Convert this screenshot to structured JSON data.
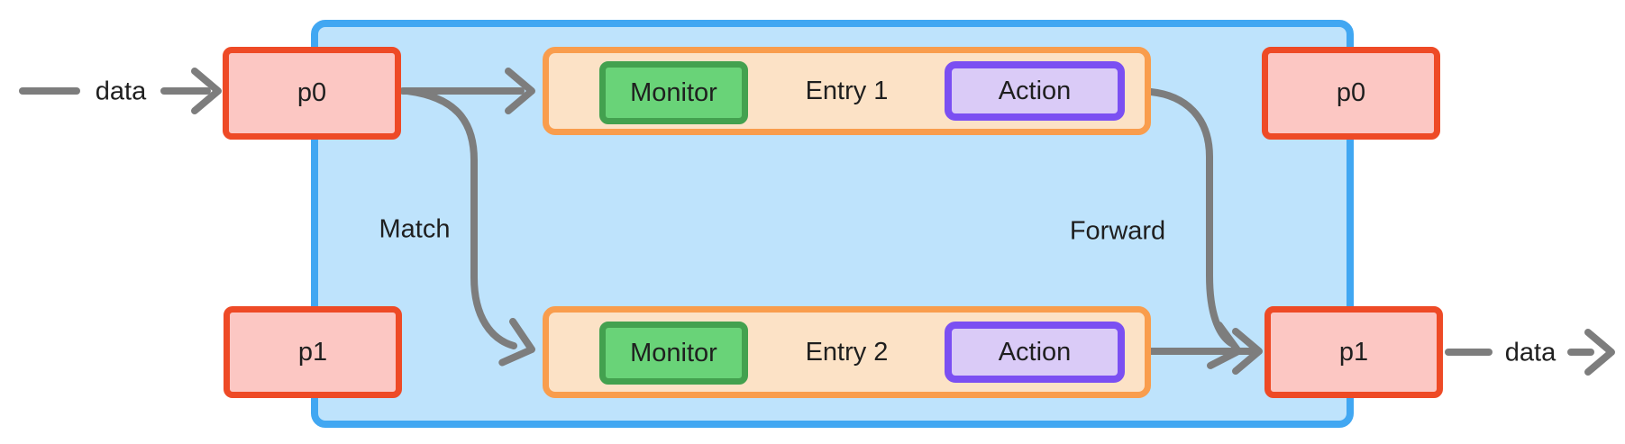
{
  "ports": {
    "in_p0": "p0",
    "in_p1": "p1",
    "out_p0": "p0",
    "out_p1": "p1"
  },
  "entries": [
    {
      "monitor": "Monitor",
      "label": "Entry 1",
      "action": "Action"
    },
    {
      "monitor": "Monitor",
      "label": "Entry 2",
      "action": "Action"
    }
  ],
  "edge_labels": {
    "data_in": "data",
    "data_out": "data",
    "match": "Match",
    "forward": "Forward"
  },
  "colors": {
    "canvas_bg": "#ffffff",
    "container_border": "#41a7f2",
    "container_fill": "#bee3fc",
    "port_border": "#ee4a26",
    "port_fill": "#fcc7c3",
    "entry_border": "#f99d4d",
    "entry_fill": "#fce2c6",
    "monitor_border": "#43a14f",
    "monitor_fill": "#69d378",
    "action_border": "#7b4ff2",
    "action_fill": "#dacbf7",
    "edge_color": "#7d7d7d",
    "text_color": "#1f1f1f"
  }
}
